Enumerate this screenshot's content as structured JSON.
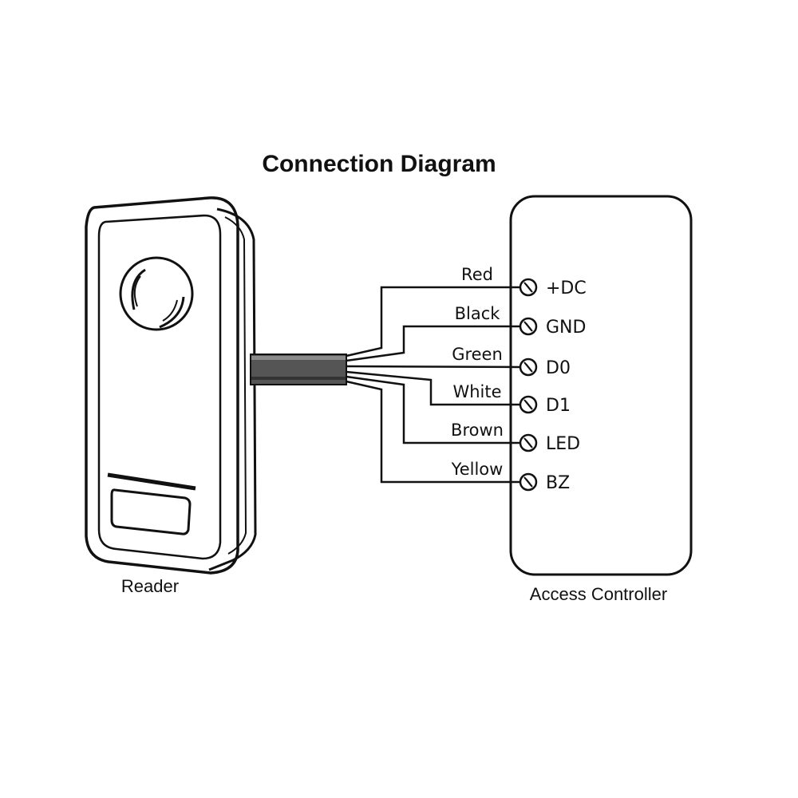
{
  "title": "Connection Diagram",
  "reader": {
    "caption": "Reader"
  },
  "controller": {
    "caption": "Access Controller"
  },
  "wires": [
    {
      "color_name": "Red",
      "terminal": "+DC"
    },
    {
      "color_name": "Black",
      "terminal": "GND"
    },
    {
      "color_name": "Green",
      "terminal": "D0"
    },
    {
      "color_name": "White",
      "terminal": "D1"
    },
    {
      "color_name": "Brown",
      "terminal": "LED"
    },
    {
      "color_name": "Yellow",
      "terminal": "BZ"
    }
  ],
  "colors": {
    "line": "#111111",
    "cable": "#555555",
    "background": "#ffffff"
  }
}
